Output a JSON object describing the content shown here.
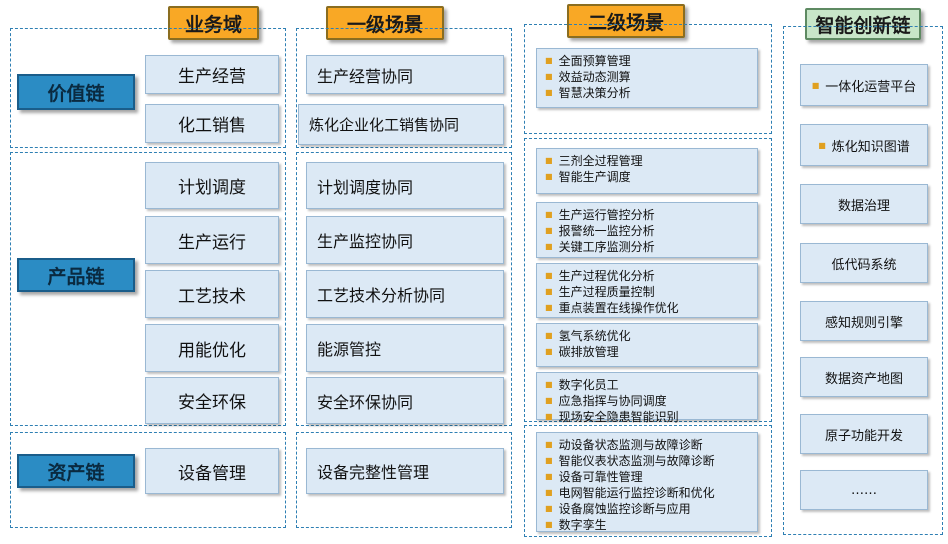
{
  "headers": {
    "domain": "业务域",
    "level1": "一级场景",
    "level2": "二级场景",
    "innovation": "智能创新链"
  },
  "chains": [
    "价值链",
    "产品链",
    "资产链"
  ],
  "domains": [
    "生产经营",
    "化工销售",
    "计划调度",
    "生产运行",
    "工艺技术",
    "用能优化",
    "安全环保",
    "设备管理"
  ],
  "scenes1": [
    "生产经营协同",
    "炼化企业化工销售协同",
    "计划调度协同",
    "生产监控协同",
    "工艺技术分析协同",
    "能源管控",
    "安全环保协同",
    "设备完整性管理"
  ],
  "scenes2": [
    [
      "全面预算管理",
      "效益动态测算",
      "智慧决策分析"
    ],
    [
      "三剂全过程管理",
      "智能生产调度"
    ],
    [
      "生产运行管控分析",
      "报警统一监控分析",
      "关键工序监测分析"
    ],
    [
      "生产过程优化分析",
      "生产过程质量控制",
      "重点装置在线操作优化"
    ],
    [
      "氢气系统优化",
      "碳排放管理"
    ],
    [
      "数字化员工",
      "应急指挥与协同调度",
      "现场安全隐患智能识别"
    ],
    [
      "动设备状态监测与故障诊断",
      "智能仪表状态监测与故障诊断",
      "设备可靠性管理",
      "电网智能运行监控诊断和优化",
      "设备腐蚀监控诊断与应用",
      "数字孪生"
    ]
  ],
  "innovation": [
    "一体化运营平台",
    "炼化知识图谱",
    "数据治理",
    "低代码系统",
    "感知规则引擎",
    "数据资产地图",
    "原子功能开发",
    "……"
  ],
  "colors": {
    "header": "#f9a825",
    "header_green": "#c8e6c9",
    "chain": "#2b8cc4",
    "box": "#dce9f5",
    "bullet": "#e0a020",
    "dashed_border": "#2e7fb3"
  }
}
